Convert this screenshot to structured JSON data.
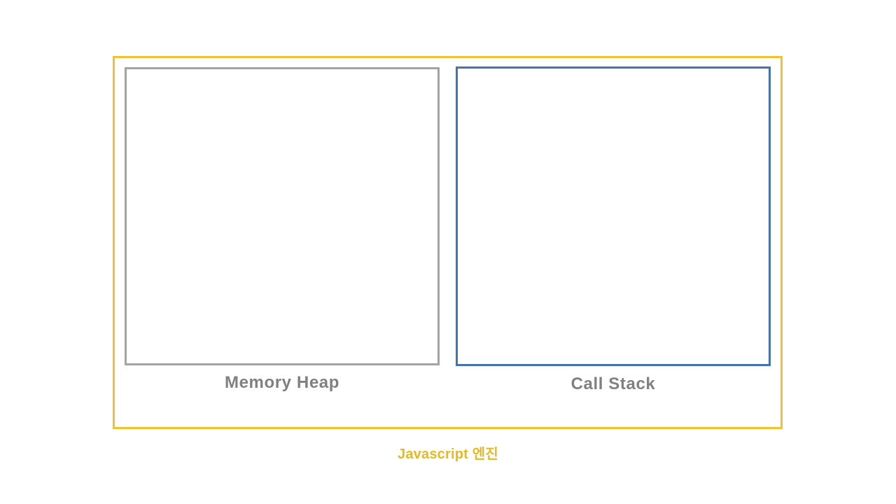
{
  "diagram": {
    "title": "Javascript 엔진",
    "caption": "Javascript 엔진",
    "frame": {
      "name": "javascript-engine",
      "border_color": "#f2c12e",
      "background": "#ffffff"
    },
    "regions": [
      {
        "id": "memory-heap",
        "label": "Memory Heap",
        "border_color": "#a3a3a3",
        "label_color": "#808080",
        "background": "#ffffff",
        "contents": []
      },
      {
        "id": "call-stack",
        "label": "Call Stack",
        "border_color": "#4572b0",
        "label_color": "#808080",
        "background": "#ffffff",
        "contents": []
      }
    ],
    "colors": {
      "accent_yellow": "#f2c12e",
      "caption_gold": "#e8b81f",
      "heap_gray": "#a3a3a3",
      "stack_blue": "#4572b0",
      "label_gray": "#808080",
      "page_background": "#ffffff"
    }
  }
}
